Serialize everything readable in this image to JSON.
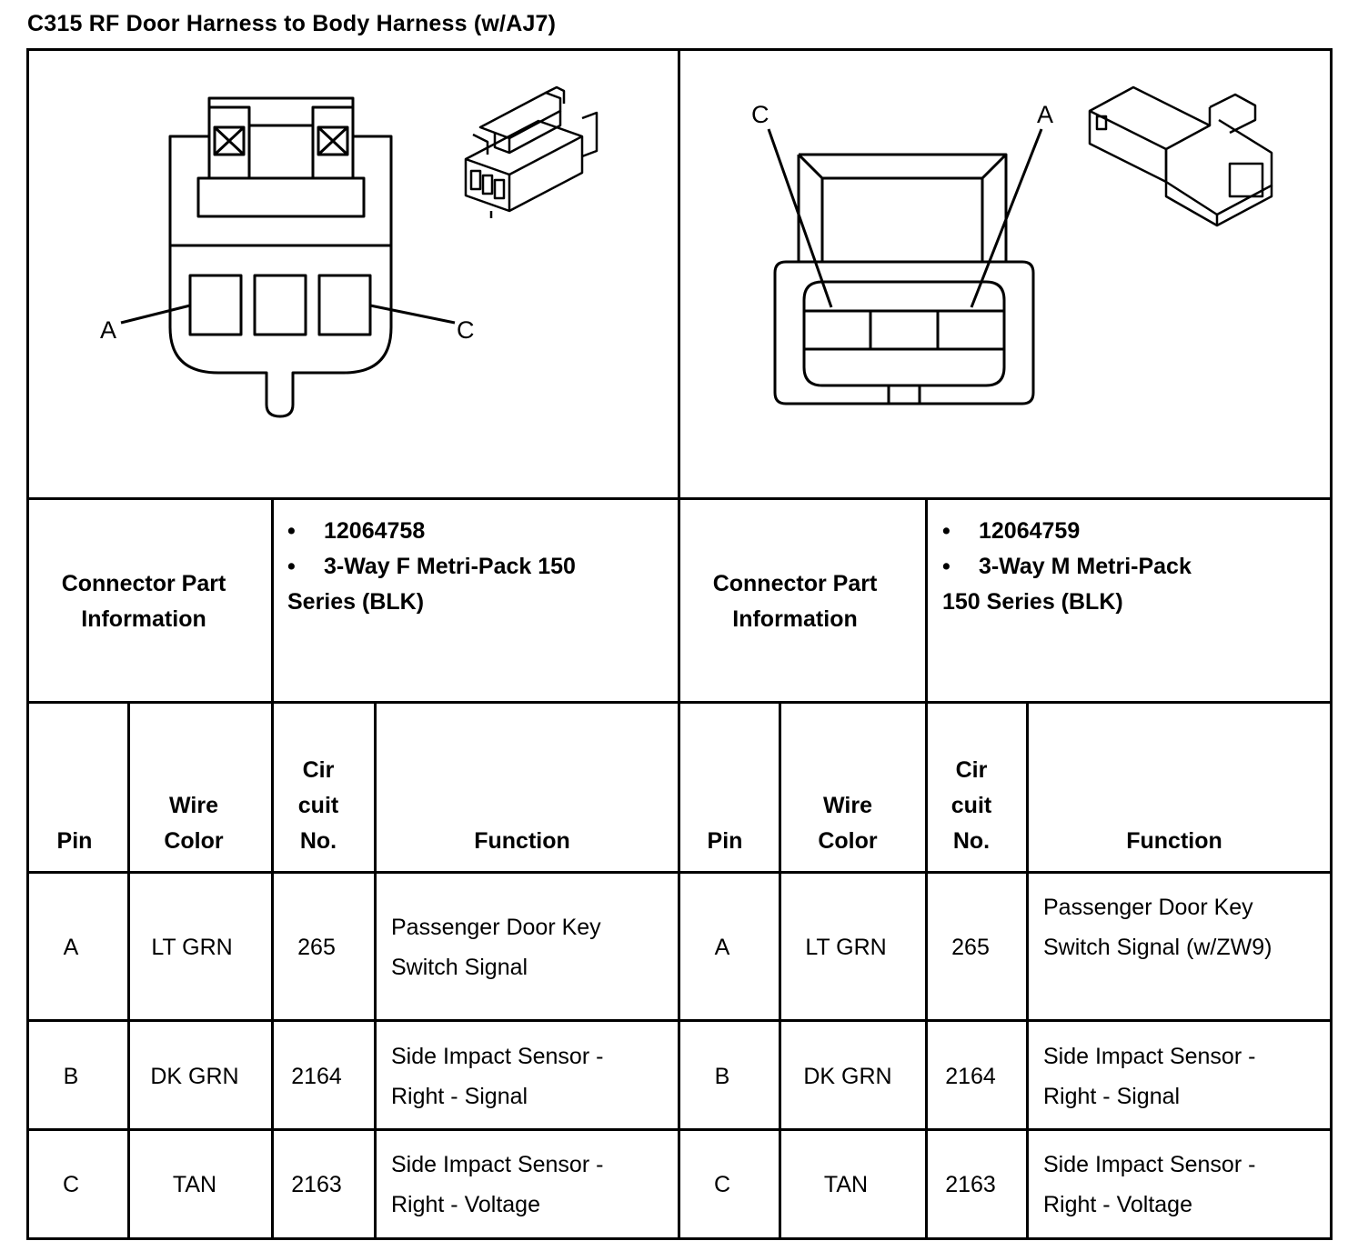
{
  "title": "C315 RF Door Harness to Body Harness (w/AJ7)",
  "left": {
    "diagram_labels": {
      "a": "A",
      "c": "C"
    },
    "info_label": "Connector Part Information",
    "part_number": "12064758",
    "description_line1": "3-Way F Metri-Pack 150",
    "description_line2": "Series (BLK)",
    "headers": {
      "pin": "Pin",
      "wire_color": "Wire Color",
      "circuit_no": "Cir cuit No.",
      "function": "Function"
    },
    "rows": [
      {
        "pin": "A",
        "wire_color": "LT GRN",
        "circuit": "265",
        "function": "Passenger Door Key Switch Signal"
      },
      {
        "pin": "B",
        "wire_color": "DK GRN",
        "circuit": "2164",
        "function": "Side Impact Sensor - Right - Signal"
      },
      {
        "pin": "C",
        "wire_color": "TAN",
        "circuit": "2163",
        "function": "Side Impact Sensor - Right - Voltage"
      }
    ]
  },
  "right": {
    "diagram_labels": {
      "a": "A",
      "c": "C"
    },
    "info_label": "Connector Part Information",
    "part_number": "12064759",
    "description_line1": "3-Way M Metri-Pack",
    "description_line2": "150 Series (BLK)",
    "headers": {
      "pin": "Pin",
      "wire_color": "Wire Color",
      "circuit_no": "Cir cuit No.",
      "function": "Function"
    },
    "rows": [
      {
        "pin": "A",
        "wire_color": "LT GRN",
        "circuit": "265",
        "function": "Passenger Door Key Switch Signal (w/ZW9)"
      },
      {
        "pin": "B",
        "wire_color": "DK GRN",
        "circuit": "2164",
        "function": "Side Impact Sensor - Right - Signal"
      },
      {
        "pin": "C",
        "wire_color": "TAN",
        "circuit": "2163",
        "function": "Side Impact Sensor - Right - Voltage"
      }
    ]
  }
}
